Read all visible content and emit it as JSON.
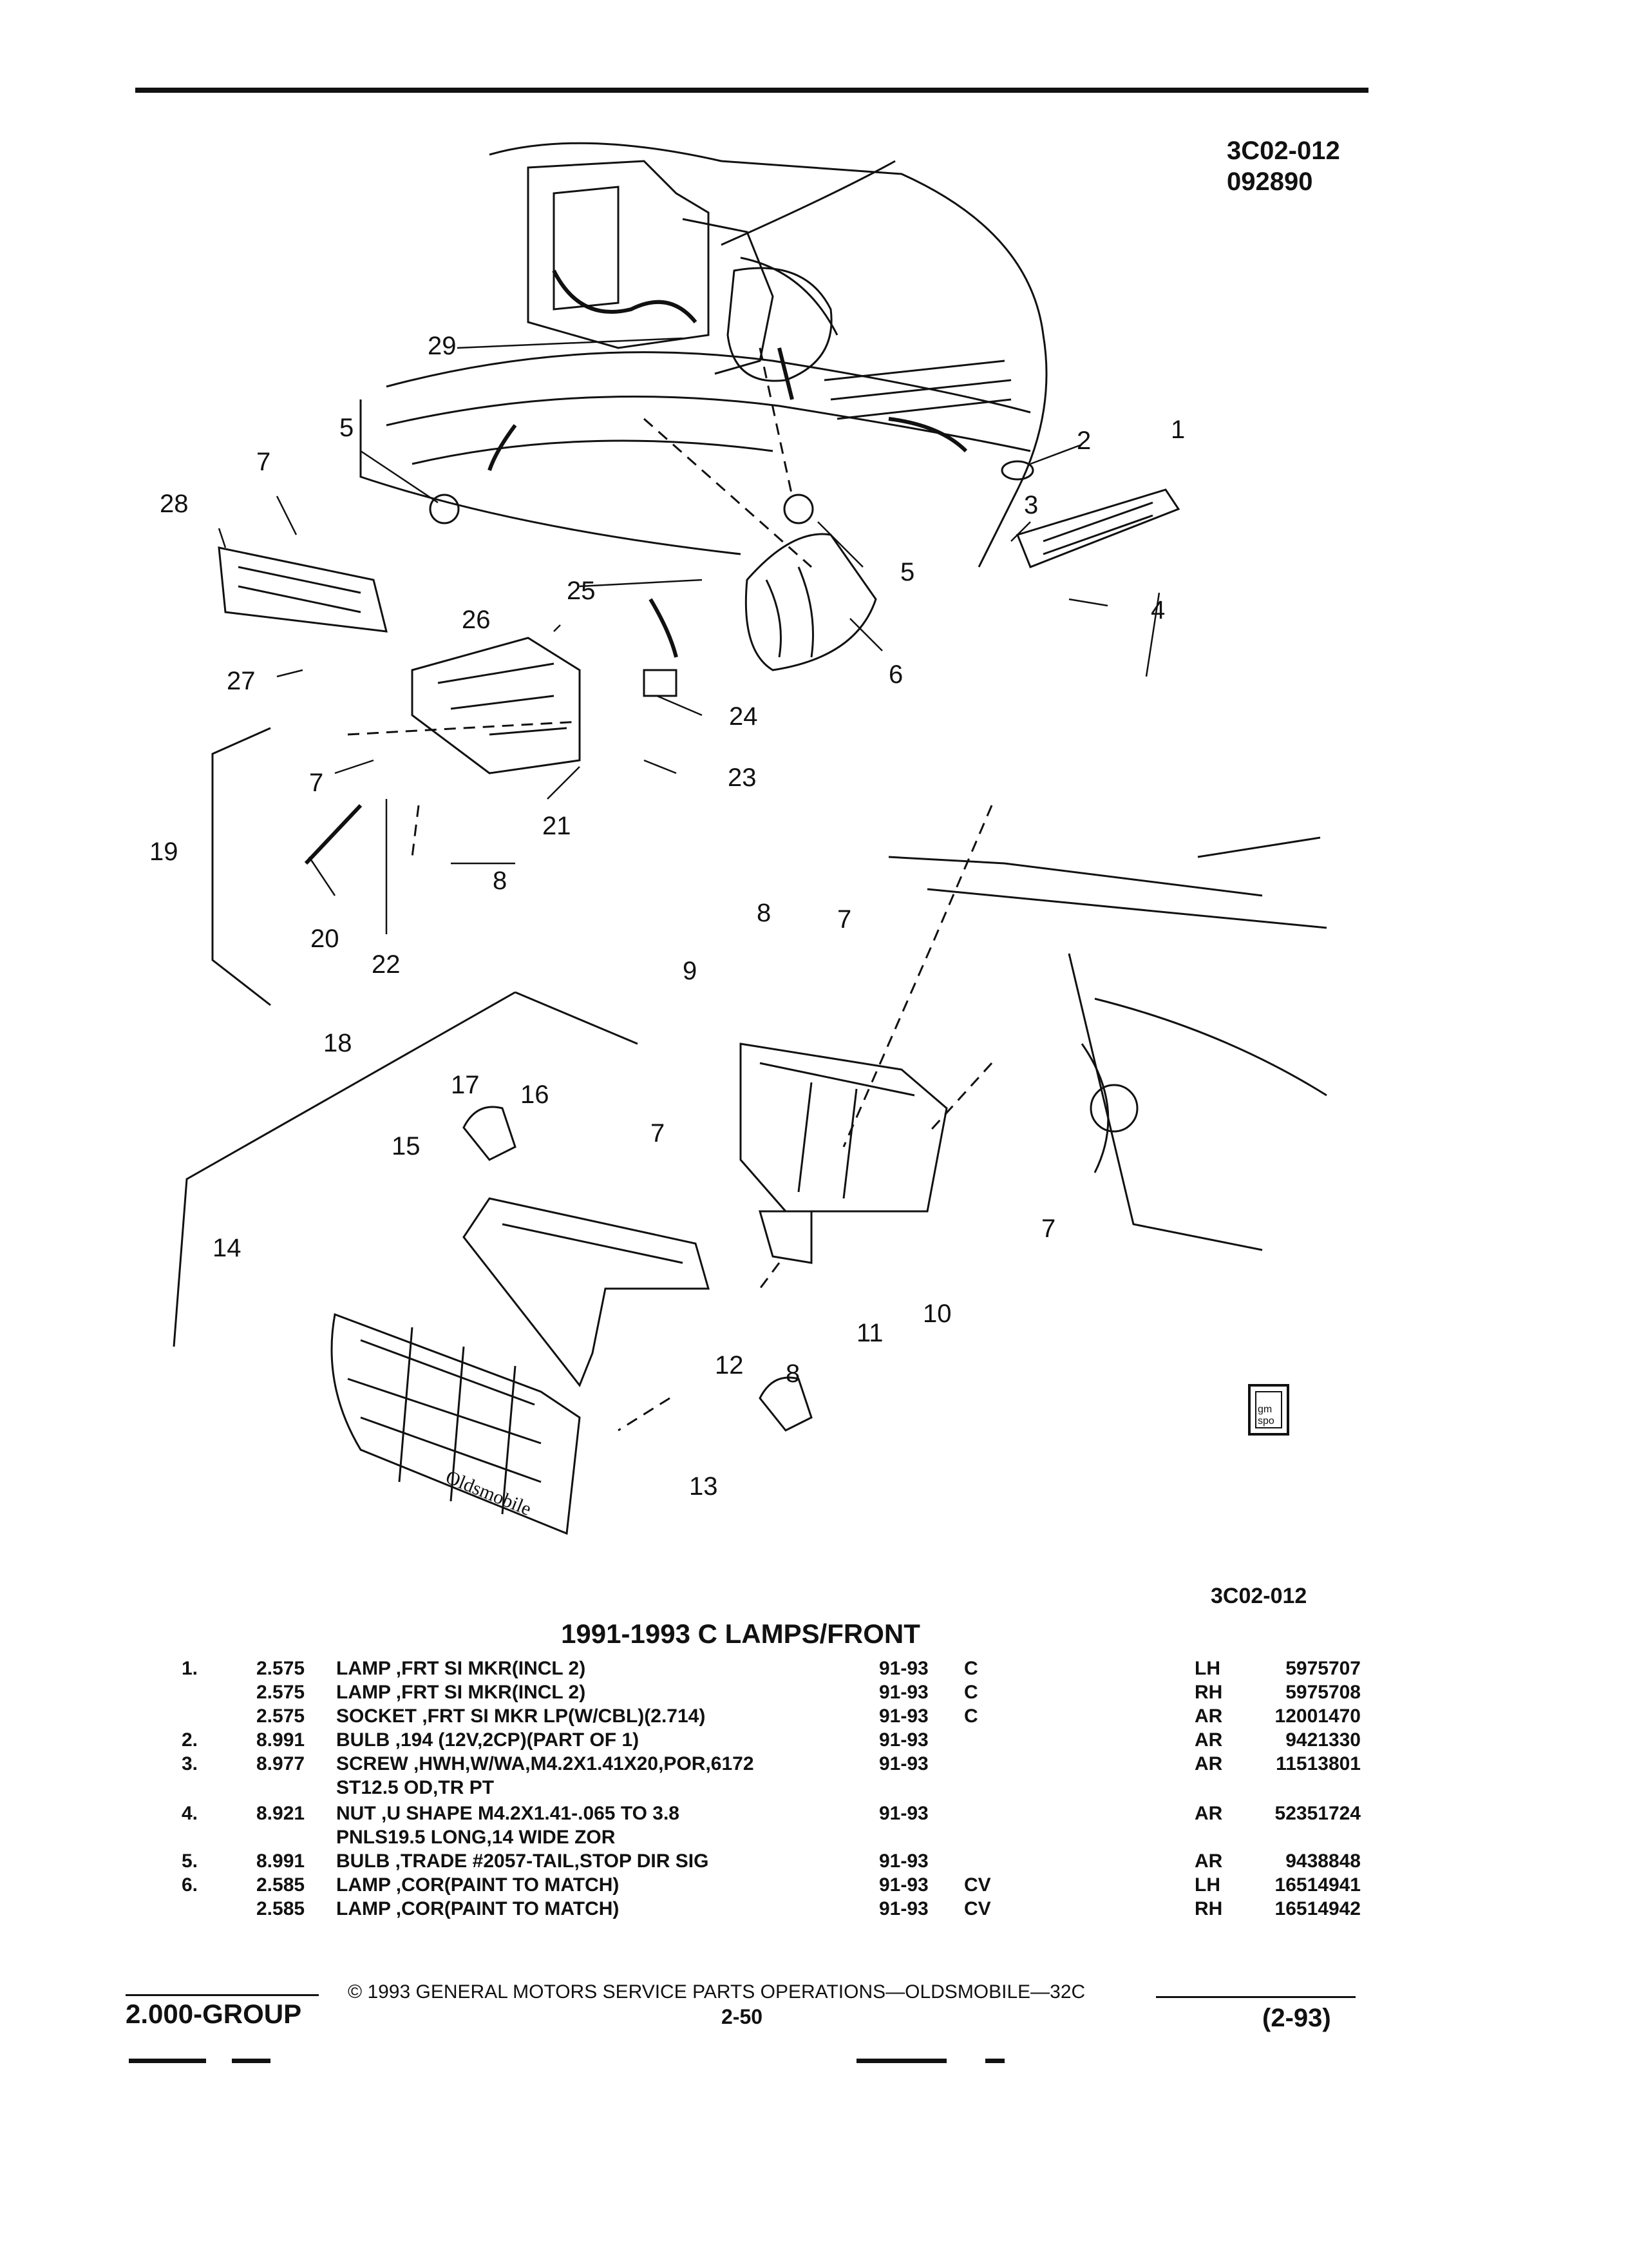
{
  "header": {
    "code": "3C02-012",
    "date_code": "092890"
  },
  "figure": {
    "code": "3C02-012",
    "callouts": [
      "1",
      "2",
      "3",
      "4",
      "5",
      "5",
      "6",
      "7",
      "7",
      "7",
      "7",
      "7",
      "8",
      "8",
      "8",
      "9",
      "10",
      "11",
      "12",
      "13",
      "14",
      "15",
      "16",
      "17",
      "18",
      "19",
      "20",
      "21",
      "22",
      "23",
      "24",
      "25",
      "26",
      "27",
      "28",
      "29"
    ],
    "brand_text": "Oldsmobile",
    "logo_text": "gm spo"
  },
  "table": {
    "title": "1991-1993 C LAMPS/FRONT",
    "rows": [
      {
        "item": "1.",
        "group": "2.575",
        "desc": "LAMP ,FRT SI MKR(INCL 2)",
        "years": "91-93",
        "series": "C",
        "side": "LH",
        "part": "5975707"
      },
      {
        "item": "",
        "group": "2.575",
        "desc": "LAMP ,FRT SI MKR(INCL 2)",
        "years": "91-93",
        "series": "C",
        "side": "RH",
        "part": "5975708"
      },
      {
        "item": "",
        "group": "2.575",
        "desc": "SOCKET ,FRT SI MKR LP(W/CBL)(2.714)",
        "years": "91-93",
        "series": "C",
        "side": "AR",
        "part": "12001470"
      },
      {
        "item": "2.",
        "group": "8.991",
        "desc": "BULB ,194 (12V,2CP)(PART OF 1)",
        "years": "91-93",
        "series": "",
        "side": "AR",
        "part": "9421330"
      },
      {
        "item": "3.",
        "group": "8.977",
        "desc": "SCREW ,HWH,W/WA,M4.2X1.41X20,POR,6172",
        "years": "91-93",
        "series": "",
        "side": "AR",
        "part": "11513801"
      },
      {
        "item": "",
        "group": "",
        "desc": "ST12.5 OD,TR PT",
        "years": "",
        "series": "",
        "side": "",
        "part": ""
      },
      {
        "item": "4.",
        "group": "8.921",
        "desc": "NUT ,U SHAPE M4.2X1.41-.065 TO 3.8",
        "years": "91-93",
        "series": "",
        "side": "AR",
        "part": "52351724"
      },
      {
        "item": "",
        "group": "",
        "desc": "PNLS19.5 LONG,14 WIDE ZOR",
        "years": "",
        "series": "",
        "side": "",
        "part": ""
      },
      {
        "item": "5.",
        "group": "8.991",
        "desc": "BULB ,TRADE #2057-TAIL,STOP DIR SIG",
        "years": "91-93",
        "series": "",
        "side": "AR",
        "part": "9438848"
      },
      {
        "item": "6.",
        "group": "2.585",
        "desc": "LAMP ,COR(PAINT TO MATCH)",
        "years": "91-93",
        "series": "CV",
        "side": "LH",
        "part": "16514941"
      },
      {
        "item": "",
        "group": "2.585",
        "desc": "LAMP ,COR(PAINT TO MATCH)",
        "years": "91-93",
        "series": "CV",
        "side": "RH",
        "part": "16514942"
      }
    ]
  },
  "footer": {
    "copyright": "© 1993 GENERAL MOTORS SERVICE PARTS OPERATIONS—OLDSMOBILE—32C",
    "group": "2.000-GROUP",
    "page": "2-50",
    "date": "(2-93)"
  }
}
